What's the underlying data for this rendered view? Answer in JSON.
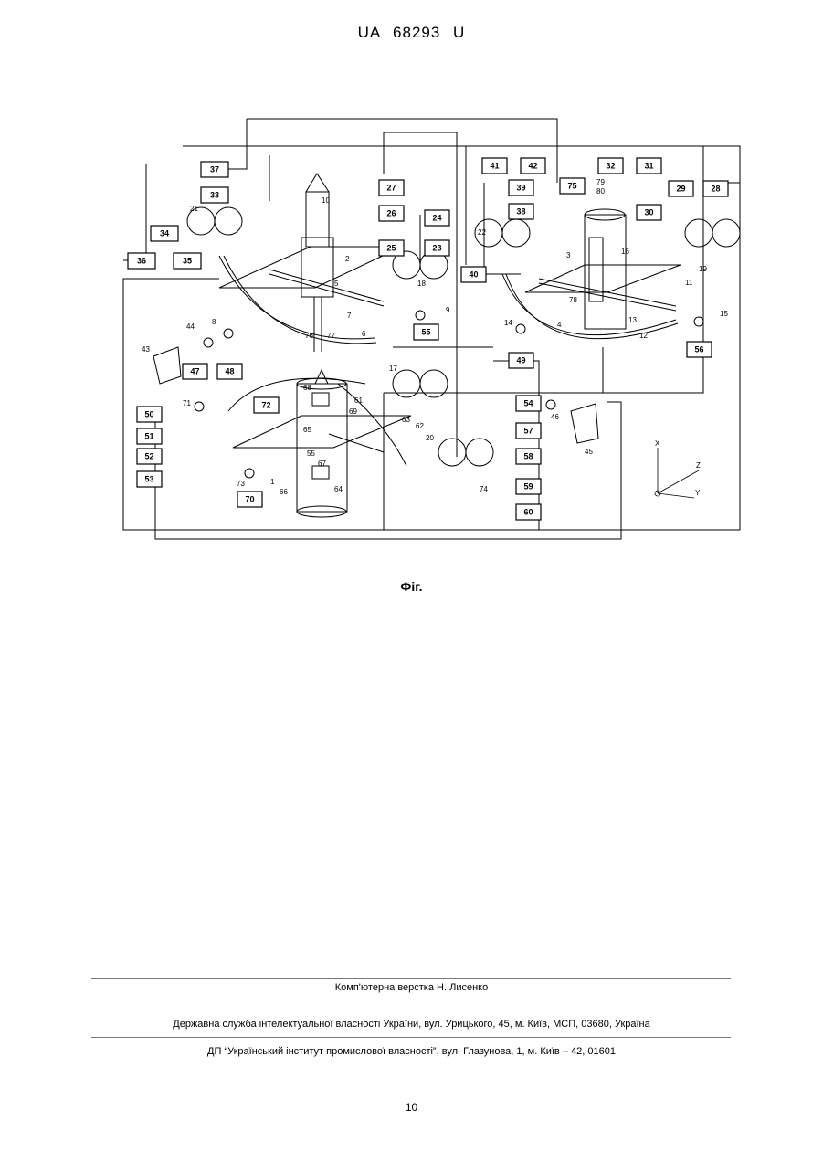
{
  "header": {
    "text": "UA   68293   U"
  },
  "figure": {
    "caption": "Фіг.",
    "blocks": [
      "37",
      "33",
      "34",
      "36",
      "35",
      "27",
      "26",
      "25",
      "24",
      "23",
      "41",
      "42",
      "39",
      "38",
      "40",
      "32",
      "31",
      "75",
      "29",
      "28",
      "30",
      "55",
      "56",
      "49",
      "47",
      "48",
      "50",
      "51",
      "52",
      "53",
      "72",
      "70",
      "54",
      "57",
      "58",
      "59",
      "60"
    ],
    "labels": [
      "10",
      "2",
      "5",
      "7",
      "6",
      "76",
      "77",
      "18",
      "22",
      "21",
      "19",
      "3",
      "16",
      "11",
      "13",
      "12",
      "78",
      "14",
      "4",
      "15",
      "9",
      "44",
      "8",
      "43",
      "71",
      "68",
      "61",
      "69",
      "65",
      "63",
      "62",
      "55",
      "67",
      "1",
      "66",
      "64",
      "73",
      "17",
      "20",
      "46",
      "45",
      "74",
      "79",
      "80"
    ],
    "axes": {
      "x": "X",
      "y": "Y",
      "z": "Z"
    }
  },
  "footer": {
    "typesetting": "Комп'ютерна верстка Н. Лисенко",
    "service": "Державна служба інтелектуальної власності України, вул. Урицького, 45, м. Київ, МСП, 03680, Україна",
    "institute": "ДП “Український інститут промислової власності”, вул. Глазунова, 1, м. Київ – 42, 01601"
  },
  "page_number": "10"
}
